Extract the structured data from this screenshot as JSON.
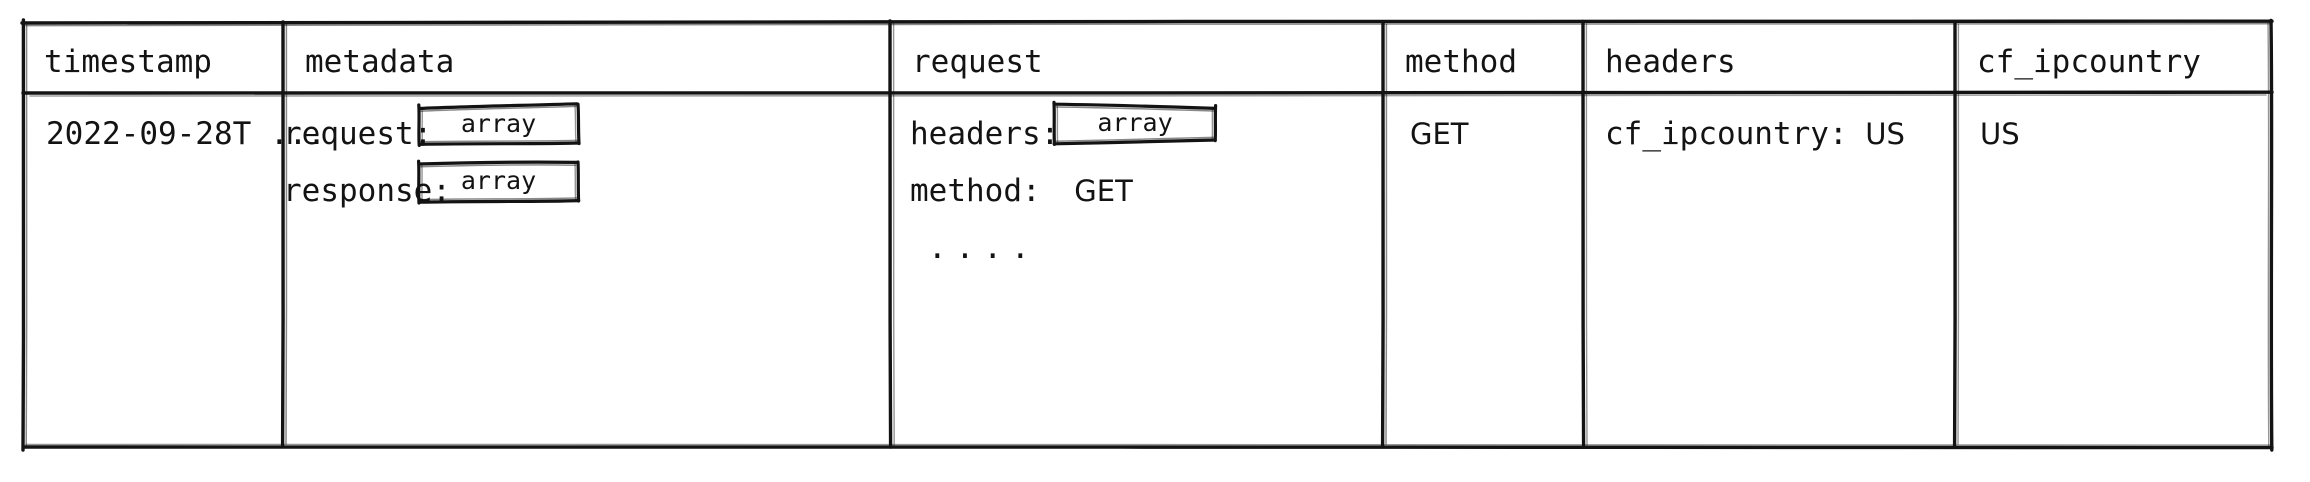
{
  "table": {
    "columns": [
      {
        "name": "timestamp",
        "label": "timestamp"
      },
      {
        "name": "metadata",
        "label": "metadata"
      },
      {
        "name": "request",
        "label": "request"
      },
      {
        "name": "method",
        "label": "method"
      },
      {
        "name": "headers",
        "label": "headers"
      },
      {
        "name": "cf_ipcountry",
        "label": "cf_ipcountry"
      }
    ],
    "row": {
      "timestamp": "2022-09-28T ...",
      "metadata": {
        "fields": [
          {
            "key": "request:",
            "value_type": "array"
          },
          {
            "key": "response:",
            "value_type": "array"
          }
        ]
      },
      "request": {
        "fields": [
          {
            "key": "headers:",
            "value_type": "array"
          },
          {
            "key": "method:",
            "value": "GET"
          }
        ],
        "ellipsis": "...."
      },
      "method": "GET",
      "headers": {
        "key": "cf_ipcountry:",
        "value": "US"
      },
      "cf_ipcountry": "US"
    }
  },
  "style": {
    "stroke": "#131313",
    "text": "#131313",
    "background": "#ffffff"
  }
}
